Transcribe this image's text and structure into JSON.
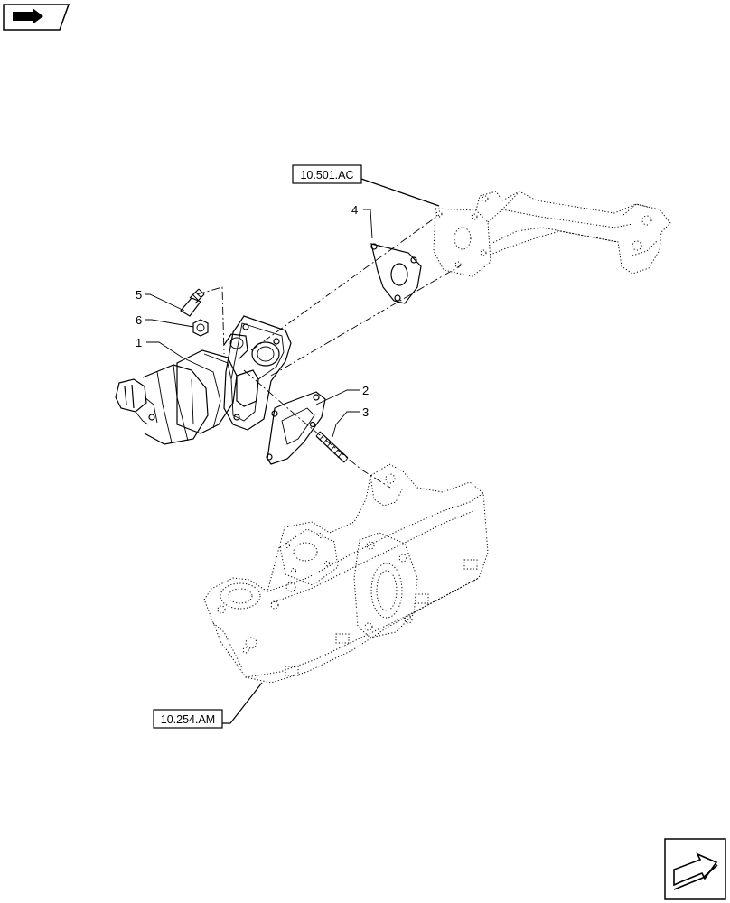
{
  "references": {
    "upper": "10.501.AC",
    "lower": "10.254.AM"
  },
  "callouts": {
    "c1": "1",
    "c2": "2",
    "c3": "3",
    "c4": "4",
    "c5": "5",
    "c6": "6"
  },
  "icons": {
    "top_left": "book-arrow-icon",
    "bottom_right": "next-page-arrow-icon"
  }
}
